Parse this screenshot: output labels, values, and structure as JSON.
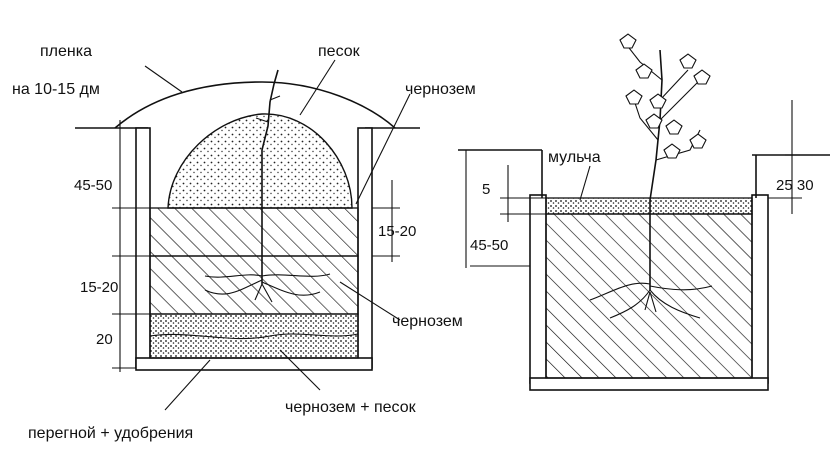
{
  "left_pit": {
    "labels": {
      "film": "пленка",
      "film_height": "на 10-15 дм",
      "sand": "песок",
      "chernozem_top": "чернозем",
      "chernozem_mid": "чернозем",
      "chernozem_sand": "чернозем + песок",
      "humus_fertilizer": "перегной + удобрения"
    },
    "dimensions": {
      "d1": "45-50",
      "d2": "15-20",
      "d3": "20",
      "d4": "15-20"
    }
  },
  "right_pit": {
    "labels": {
      "mulch": "мульча"
    },
    "dimensions": {
      "d1": "5",
      "d2": "45-50",
      "d3": "25 30"
    }
  },
  "colors": {
    "ink": "#111111",
    "paper": "#ffffff"
  }
}
